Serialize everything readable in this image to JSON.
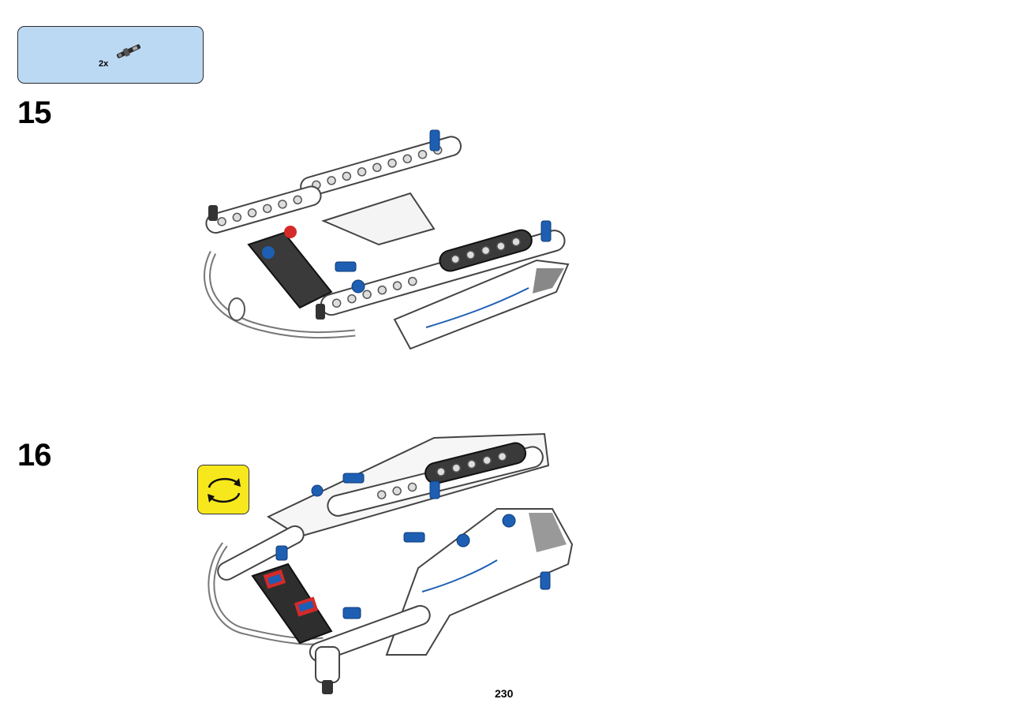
{
  "parts_callout": {
    "items": [
      {
        "icon": "axle-with-pin-icon",
        "count": "2x"
      }
    ],
    "background": "#bcd9f4"
  },
  "steps": [
    {
      "number": "15"
    },
    {
      "number": "16",
      "rotate_icon": "rotate-model-icon"
    }
  ],
  "page": {
    "number": "230"
  },
  "colors": {
    "rotate_box": "#f7e81d",
    "accent_blue": "#1e5fb3",
    "dark_gray": "#3a3a3a",
    "red": "#d42a2a"
  }
}
